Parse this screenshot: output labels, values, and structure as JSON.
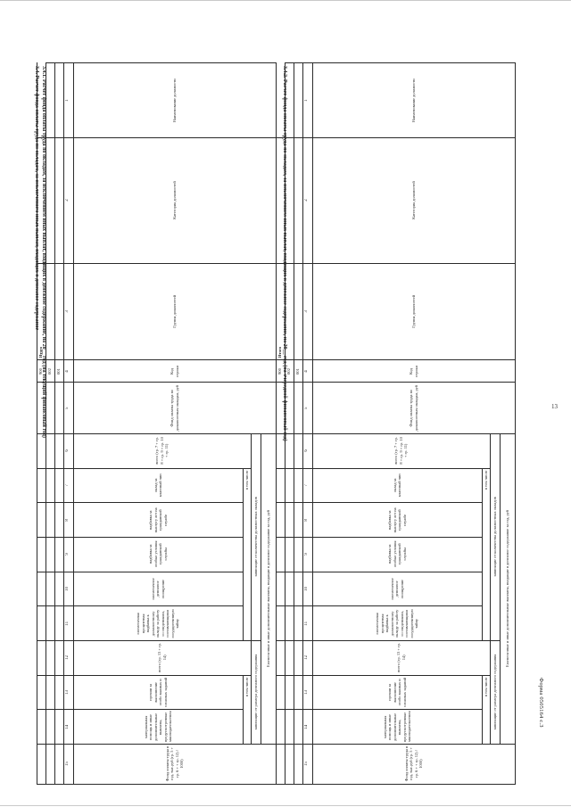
{
  "page_number": "13",
  "form_ref": "Форма 0505164 с.3",
  "section_title": "3.4. Расчет фонда оплаты труда по окладам, за исключением иных выплат, входящих в денежное содержание",
  "tables": [
    {
      "title": "3.4.1. Расчет фонда оплаты труда по окладам, за исключением иных выплат, входящих в денежное содержание, на 20__ год (на текущий финансовый год)",
      "headers": {
        "position_name": "Наименование должности",
        "position_category": "Категория должностей",
        "position_group": "Группа должностей",
        "row_code": "Код строки",
        "salary_fund": "Фонд оплаты труда по должностным окладам, руб",
        "allowances_group": "Ежемесячные и иные дополнительные выплаты, входящие в денежное содержание за год, руб",
        "by_official_salaries": "зависящие от количества должностных окладов",
        "by_monthly_pay": "зависящие от размера денежного содержания",
        "total_6": "всего (гр. 7 + гр. 8 + гр. 9 + гр. 10 + гр. 11)",
        "including": "в том числе",
        "col_7": "оклад за классный чин",
        "col_8": "надбавка за выслугу лет на гражданской службе",
        "col_9": "надбавка за особые условия гражданской службы",
        "col_10": "ежемесячное денежное поощрение",
        "col_11": "ежемесячная процентная надбавка к должностному окладу за работу со сведениями, составляющими государственную тайну",
        "total_12": "всего (гр. 13 + гр. 14)",
        "col_13": "премии за выполнение особо важных и сложных заданий",
        "col_14": "материальная помощь и иные дополнительные выплаты, предусмотренные законодательством",
        "col_15": "Фонд оплаты труда в год, тыс.руб (гр. 5 + гр. 6 + + гр. 12) / 1000)"
      },
      "col_numbers": [
        "1",
        "2",
        "3",
        "4",
        "5",
        "6",
        "7",
        "8",
        "9",
        "10",
        "11",
        "12",
        "13",
        "14",
        "15"
      ],
      "row_codes": [
        "001",
        "002"
      ],
      "total_label": "Итого",
      "total_code": "900"
    },
    {
      "title": "3.4.2. Расчет фонда оплаты труда по окладам, за исключением иных выплат, входящих в денежное содержание, на 20__ год (на очередной финансовый год)",
      "headers": {
        "position_name": "Наименование должности",
        "position_category": "Категория должностей",
        "position_group": "Группа должностей",
        "row_code": "Код строки",
        "salary_fund": "Фонд оплаты труда по должностным окладам, руб",
        "allowances_group": "Ежемесячные и иные дополнительные выплаты, входящие в денежное содержание за год, руб",
        "by_official_salaries": "зависящие от количества должностных окладов",
        "by_monthly_pay": "зависящие от размера денежного содержания",
        "total_6": "всего (гр. 7 + гр. 8 + гр. 9 + гр. 10 + гр. 11)",
        "including": "в том числе",
        "col_7": "оклад за классный чин",
        "col_8": "надбавка за выслугу лет на гражданской службе",
        "col_9": "надбавка за особые условия гражданской службы",
        "col_10": "ежемесячное денежное поощрение",
        "col_11": "ежемесячная процентная надбавка к должностному окладу за работу со сведениями, составляющими государственную тайну",
        "total_12": "всего (гр. 13 + гр. 14)",
        "col_13": "премии за выполнение особо важных и сложных заданий",
        "col_14": "материальная помощь и иные дополнительные выплаты, предусмотренные законодательством",
        "col_15": "Фонд оплаты труда в год, тыс.руб (гр. 5 + гр. 6 + + гр. 12) / 1000)"
      },
      "col_numbers": [
        "1",
        "2",
        "3",
        "4",
        "5",
        "6",
        "7",
        "8",
        "9",
        "10",
        "11",
        "12",
        "13",
        "14",
        "15"
      ],
      "row_codes": [
        "001",
        "002"
      ],
      "total_label": "Итого",
      "total_code": "900"
    }
  ]
}
